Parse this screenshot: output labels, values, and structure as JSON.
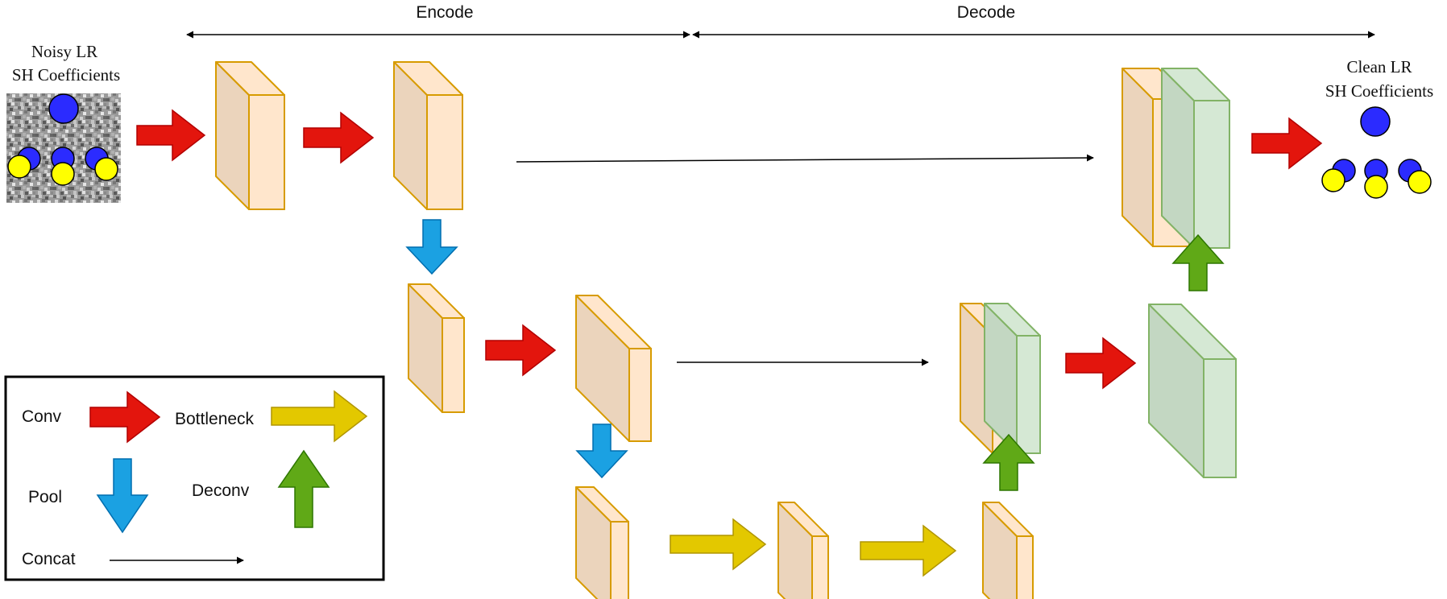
{
  "header": {
    "encode_label": "Encode",
    "decode_label": "Decode"
  },
  "input": {
    "title_line1": "Noisy LR",
    "title_line2": "SH Coefficients"
  },
  "output": {
    "title_line1": "Clean LR",
    "title_line2": "SH Coefficients"
  },
  "legend": {
    "conv_label": "Conv",
    "bottleneck_label": "Bottleneck",
    "pool_label": "Pool",
    "deconv_label": "Deconv",
    "concat_label": "Concat"
  },
  "colors": {
    "conv": "#e3150d",
    "pool": "#1ba1e2",
    "bottleneck": "#e3c800",
    "deconv": "#60a917",
    "block_orange_front": "#ffe6cc",
    "block_orange_side": "#ebd4bc",
    "block_orange_stroke": "#d79b00",
    "block_green_front": "#d5e8d4",
    "block_green_side": "#c3d7c2",
    "block_green_stroke": "#82b366",
    "coeff_blue": "#2b2bff",
    "coeff_yellow": "#ffff00"
  }
}
